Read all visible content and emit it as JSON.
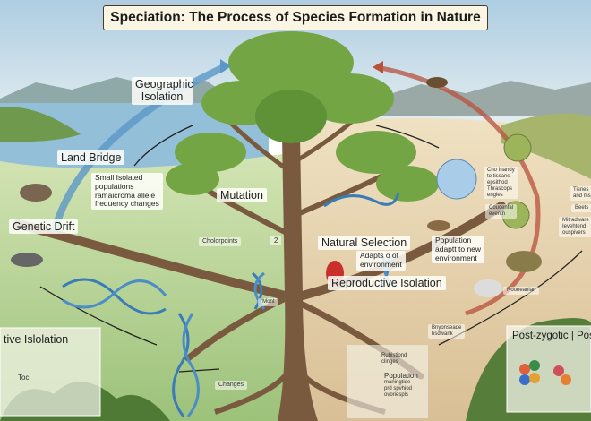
{
  "title": "Speciation: The Process of Species Formation in Nature",
  "labels": {
    "geographic_isolation": "Geographic Isolation",
    "land_bridge": "Land Bridge",
    "small_isolated": [
      "Small Isolated",
      "populations",
      "ramaicroma allele",
      "frequency changes"
    ],
    "mutation": "Mutation",
    "genetic_drift": "Genetic Drift",
    "cholorpoints": "Cholorpoints",
    "mont": "'Mont",
    "changes": "Changes",
    "natural_selection": "Natural Selection",
    "natural_selection_sub": [
      "Adapts o of",
      "environment"
    ],
    "population_adapts": [
      "Population",
      "adaptt to new",
      "environment"
    ],
    "reproductive_isolation": "Reproductive Isolation",
    "behavioral_isolation": "tive Islolation",
    "toc": "Toc",
    "post_zygotic": "Post-zygotic | Post-",
    "right_note_1": [
      "Cho Inandy",
      "to tissans",
      "epsithod",
      "Thrascops",
      "engies"
    ],
    "right_note_2": [
      "Coucenfal",
      "eventn"
    ],
    "right_note_3": [
      "Tisnes",
      "and ms"
    ],
    "right_note_4": "Beets",
    "right_note_5": [
      "Mitradware",
      "Ievehtend",
      "ouspivers"
    ],
    "rooneanlan": "Rooneanlan",
    "bnyonseade": [
      "Bnyonseade",
      "hsdwank"
    ],
    "ruhistiond": [
      "Ruhistiond",
      "clinges"
    ],
    "population_bottom": [
      "Population",
      "maningtide",
      "prd spvhiod",
      "ovoriespls"
    ],
    "two": "2"
  },
  "colors": {
    "sky": "#cfe3ee",
    "water": "#8fbcd6",
    "left_ground": "#bcd79a",
    "right_ground": "#e6d3b0",
    "trunk": "#7a5a3e",
    "foliage": "#6a9a3a",
    "arrow_blue": "#5b97c7",
    "arrow_red": "#b8503c"
  }
}
